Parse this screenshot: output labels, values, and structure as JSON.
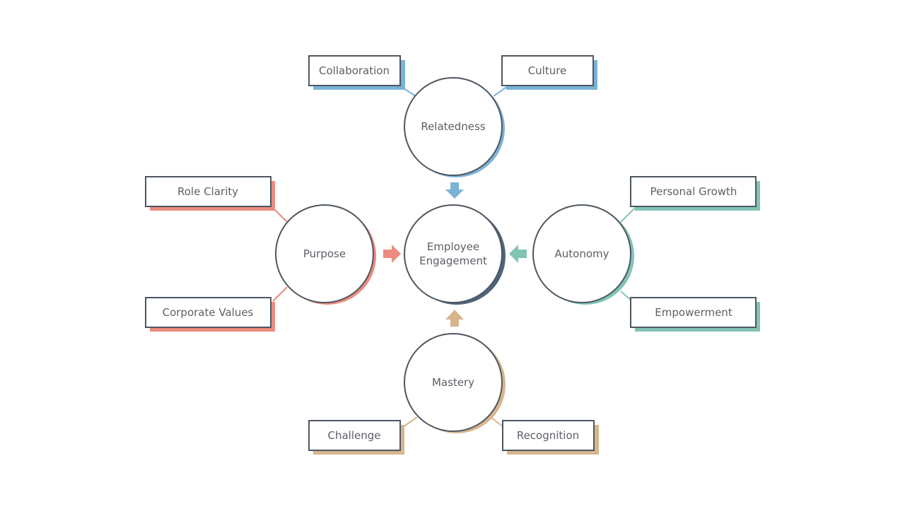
{
  "center": {
    "lines": [
      "Employee",
      "Engagement"
    ],
    "color": "#4e6478"
  },
  "nodes": [
    {
      "id": "relatedness",
      "label": "Relatedness",
      "color": "#7ab3d6",
      "leaves": [
        "Collaboration",
        "Culture"
      ]
    },
    {
      "id": "purpose",
      "label": "Purpose",
      "color": "#ec8b7f",
      "leaves": [
        "Role Clarity",
        "Corporate Values"
      ]
    },
    {
      "id": "autonomy",
      "label": "Autonomy",
      "color": "#82c4b4",
      "leaves": [
        "Personal Growth",
        "Empowerment"
      ]
    },
    {
      "id": "mastery",
      "label": "Mastery",
      "color": "#d7b68c",
      "leaves": [
        "Challenge",
        "Recognition"
      ]
    }
  ],
  "colors": {
    "outline": "#4e5761",
    "text": "#5a5f66",
    "background": "#ffffff"
  }
}
